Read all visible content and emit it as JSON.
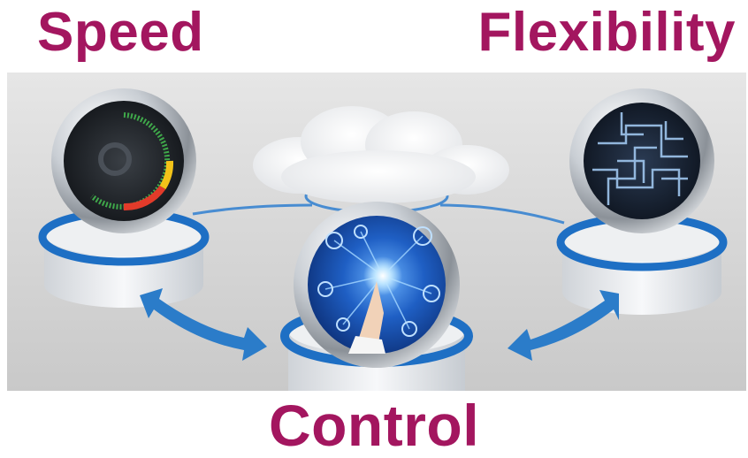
{
  "labels": {
    "speed": "Speed",
    "flexibility": "Flexibility",
    "control": "Control"
  },
  "colors": {
    "label": "#a3165f",
    "ring": "#1e6fc4",
    "arrow": "#2b7cc9",
    "background": "#d4d4d4"
  },
  "icons": {
    "speed_orb": "speedometer-gauge-icon",
    "control_orb": "touch-network-icon",
    "flexibility_orb": "circuit-paths-icon",
    "cloud": "cloud-icon",
    "arrows": "double-headed-arrow-icon"
  }
}
